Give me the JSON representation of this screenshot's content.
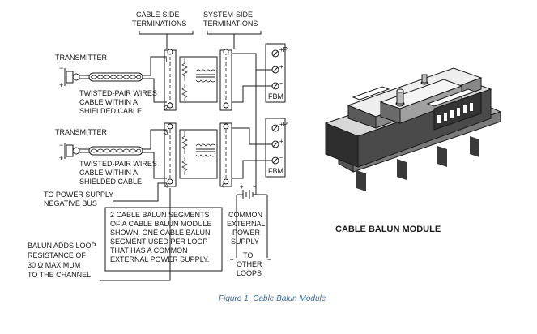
{
  "headers": {
    "cable_side_l1": "CABLE-SIDE",
    "cable_side_l2": "TERMINATIONS",
    "system_side_l1": "SYSTEM-SIDE",
    "system_side_l2": "TERMINATIONS"
  },
  "loop1": {
    "transmitter": "TRANSMITTER",
    "wire_l1": "TWISTED-PAIR WIRES",
    "wire_l2": "CABLE WITHIN A",
    "wire_l3": "SHIELDED CABLE",
    "fbm": "FBM"
  },
  "loop2": {
    "transmitter": "TRANSMITTER",
    "wire_l1": "TWISTED-PAIR WIRES",
    "wire_l2": "CABLE WITHIN A",
    "wire_l3": "SHIELDED CABLE",
    "fbm": "FBM"
  },
  "terminals": {
    "t1": "1",
    "t2": "2",
    "t3": "3",
    "t4": "4",
    "t4b": "4"
  },
  "polarity": {
    "plus": "+",
    "minus": "−",
    "plus_p": "+P"
  },
  "power_supply_label": [
    "TO POWER SUPPLY",
    "NEGATIVE BUS"
  ],
  "note_segments": [
    "2 CABLE BALUN SEGMENTS",
    "OF A CABLE BALUN MODULE",
    "SHOWN. ONE CABLE BALUN",
    "SEGMENT USED PER LOOP",
    "THAT HAS A COMMON",
    "EXTERNAL POWER SUPPLY."
  ],
  "common_supply": [
    "COMMON",
    "EXTERNAL",
    "POWER",
    "SUPPLY"
  ],
  "to_other_loops": [
    "TO",
    "OTHER",
    "LOOPS"
  ],
  "balun_note": [
    "BALUN ADDS LOOP",
    "RESISTANCE OF",
    "30 Ω MAXIMUM",
    "TO THE CHANNEL"
  ],
  "module_title": "CABLE BALUN MODULE",
  "caption": "Figure 1. Cable Balun Module",
  "icons": [
    "transmitter-icon",
    "screw-terminal-icon",
    "transformer-coil-icon",
    "resistor-icon",
    "battery-icon",
    "cable-balun-module-image"
  ]
}
